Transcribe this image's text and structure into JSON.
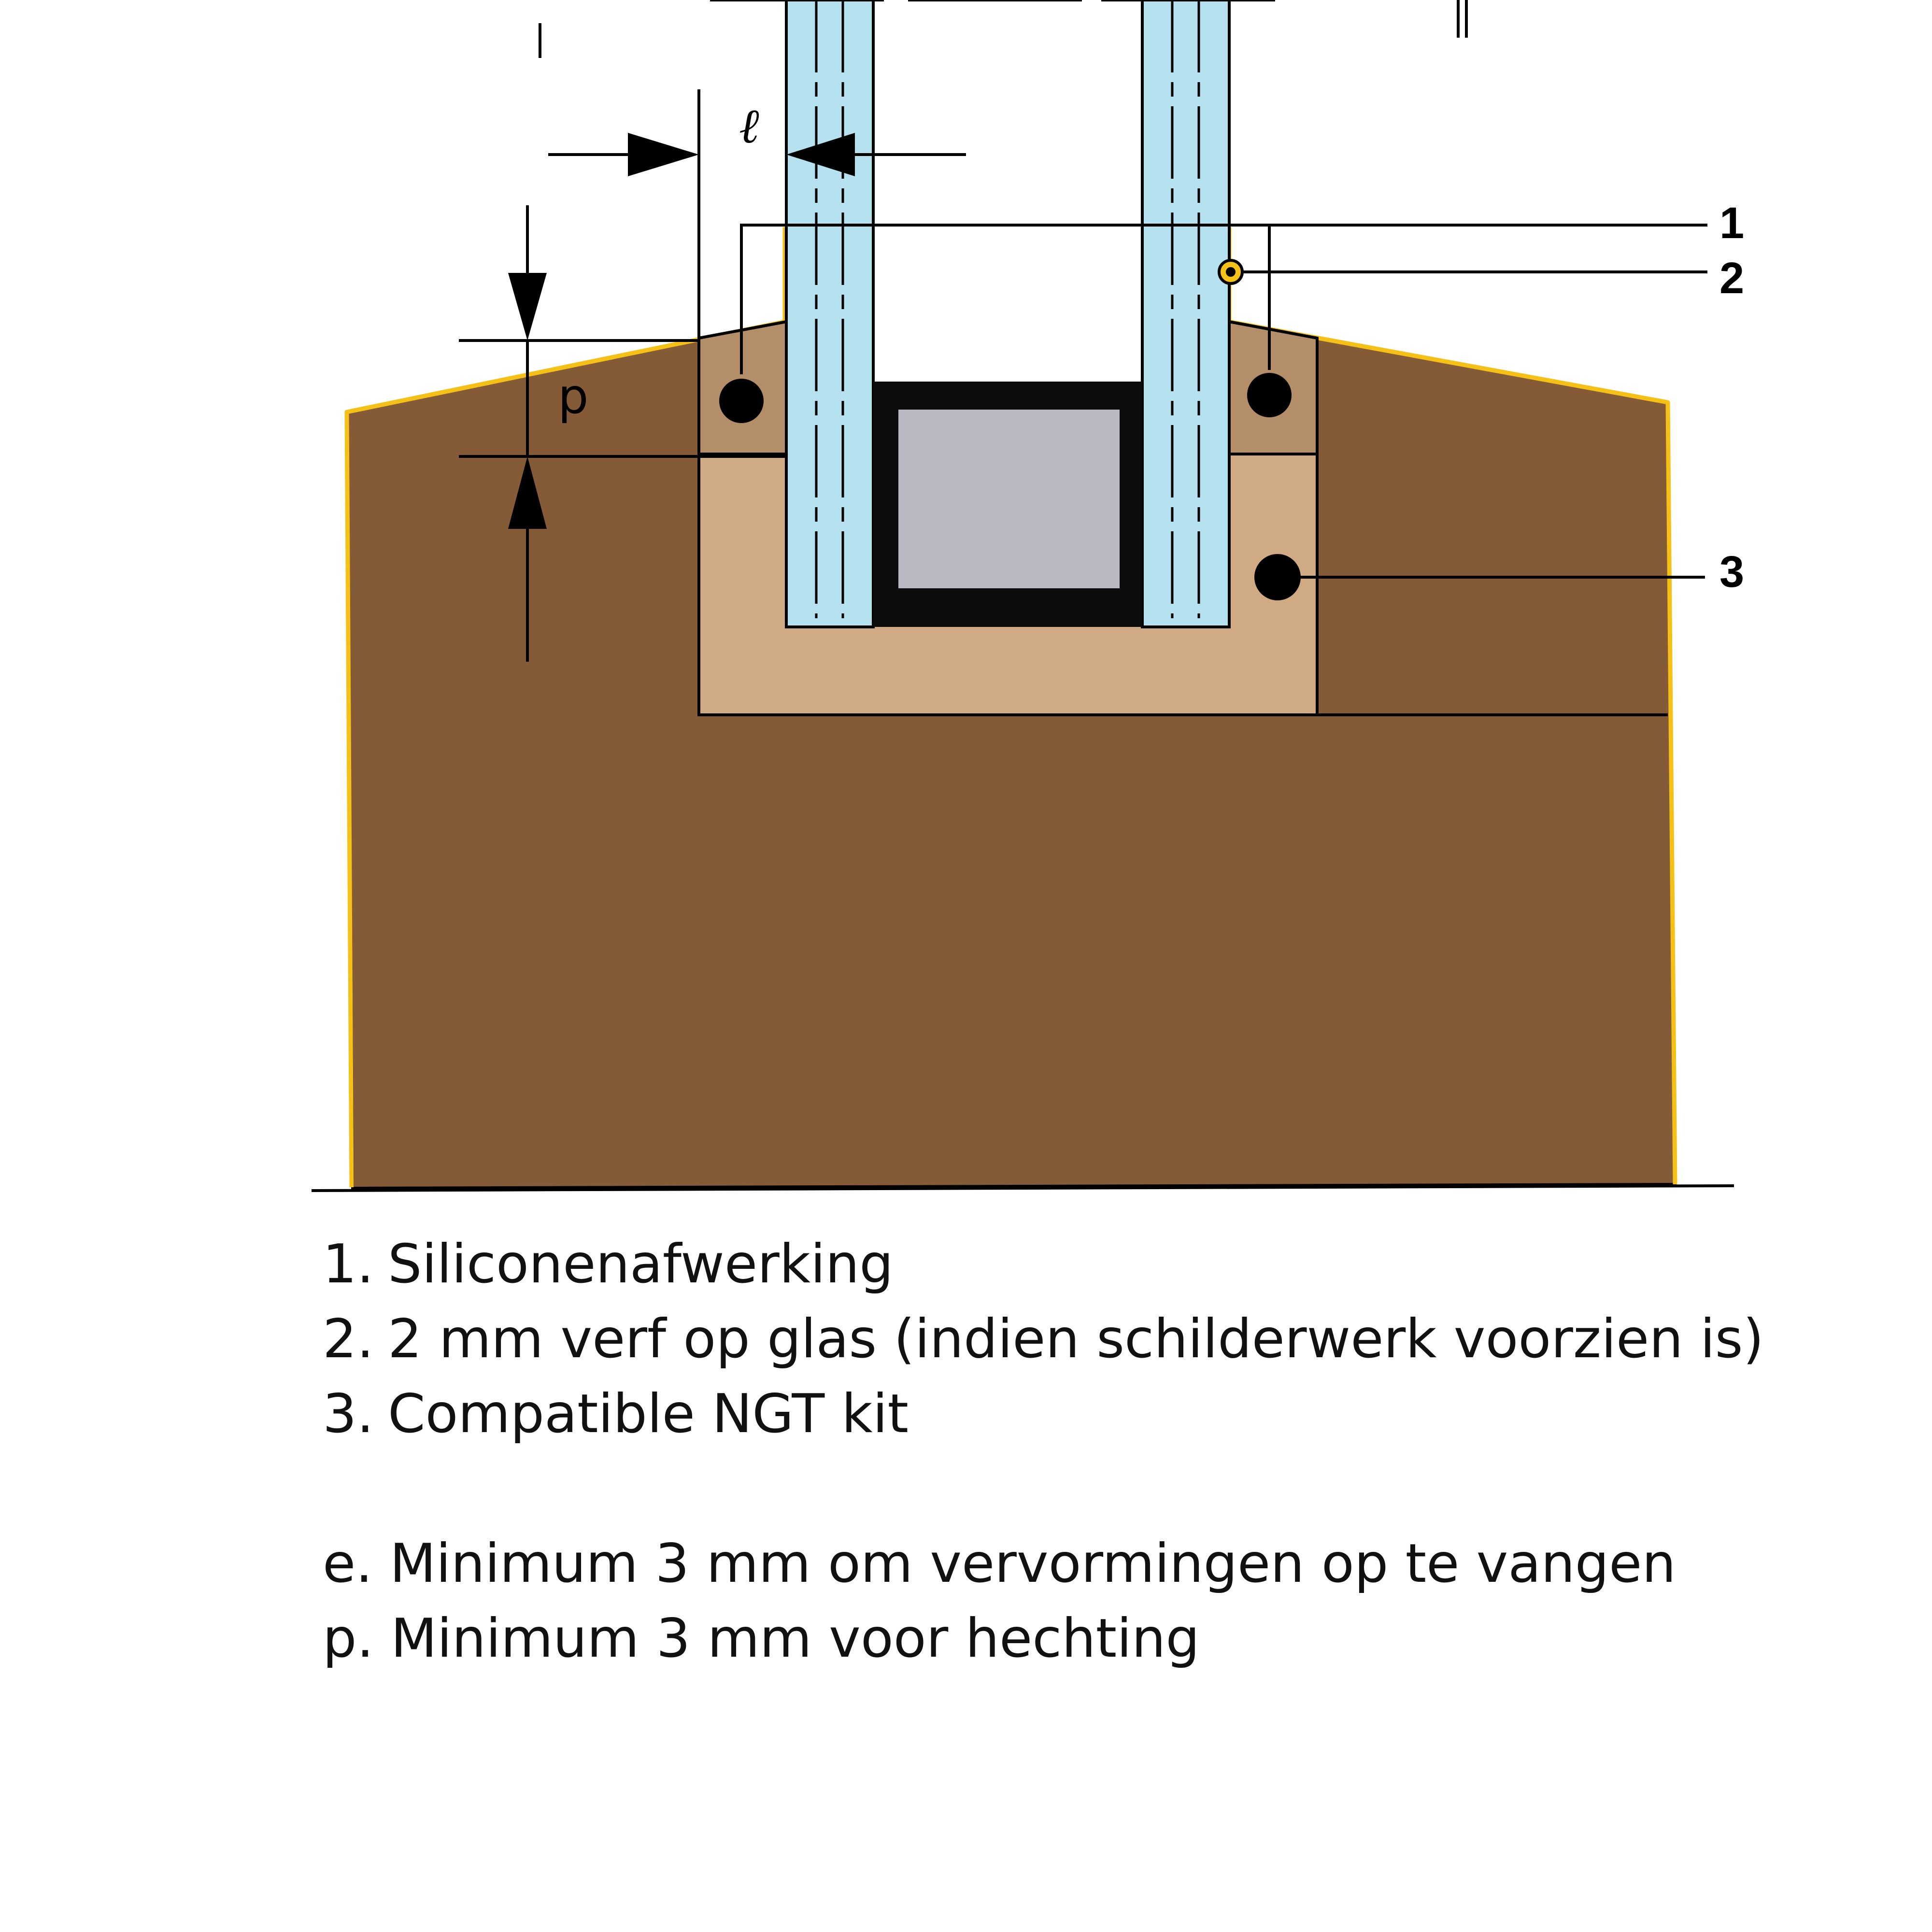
{
  "callouts": [
    "1",
    "2",
    "3"
  ],
  "dimensions": {
    "l_label": "ℓ",
    "p_label": "p"
  },
  "legend": {
    "items": [
      {
        "number": "1.",
        "text": "Siliconenafwerking"
      },
      {
        "number": "2.",
        "text": "2 mm verf op glas (indien schilderwerk voorzien is)"
      },
      {
        "number": "3.",
        "text": "Compatible NGT kit"
      }
    ],
    "notes": [
      "e. Minimum 3 mm om vervormingen op te vangen",
      "p. Minimum 3 mm voor hechting"
    ]
  },
  "colors": {
    "wood_dark": "#845A37",
    "wood_light": "#D0AA83",
    "sealant": "#B38E69",
    "glass": "#B5E2EE",
    "spacer_frame": "#0D0D0D",
    "spacer_core": "#BAB8C2",
    "outline_yellow": "#F5C116",
    "line": "#000000"
  }
}
